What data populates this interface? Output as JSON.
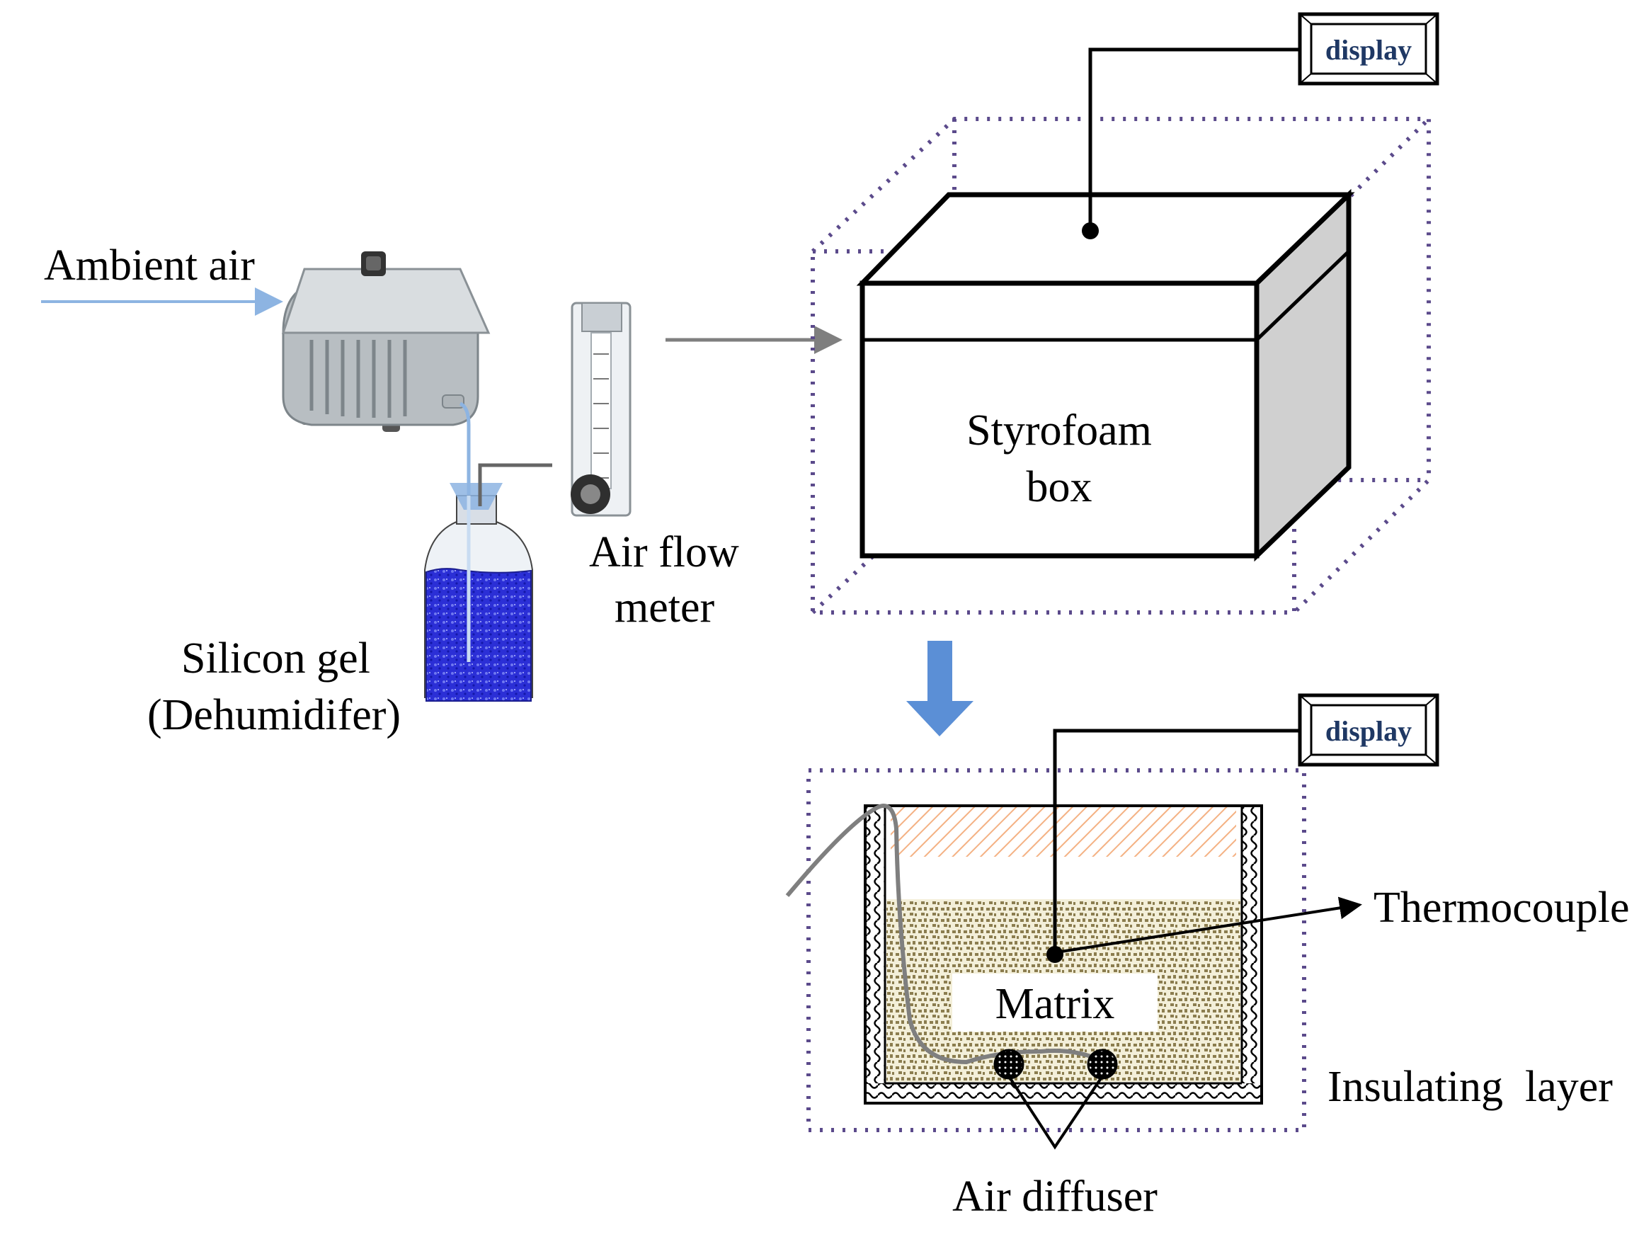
{
  "labels": {
    "ambient_air": "Ambient air",
    "air_flow_line1": "Air flow",
    "air_flow_line2": "meter",
    "silicon_line1": "Silicon gel",
    "silicon_line2": "(Dehumidifer)",
    "box_line1": "Styrofoam",
    "box_line2": "box",
    "display_top": "display",
    "display_bottom": "display",
    "thermocouple": "Thermocouple",
    "matrix": "Matrix",
    "insulating": "Insulating  layer",
    "diffuser": "Air diffuser"
  },
  "colors": {
    "dotted_outline": "#5b4a8b",
    "air_line": "#8db4e2",
    "flow_arrow": "#7f7f7f",
    "down_arrow": "#5b8fd6",
    "silica_blue": "#2b2fd6",
    "matrix_fill": "#8b7d4f",
    "hatch": "#f4b183",
    "box_side": "#d0d0d0",
    "display_text": "#1f3864"
  },
  "icons": [
    "air-pump-icon",
    "flow-meter-icon",
    "gel-bottle-icon"
  ]
}
